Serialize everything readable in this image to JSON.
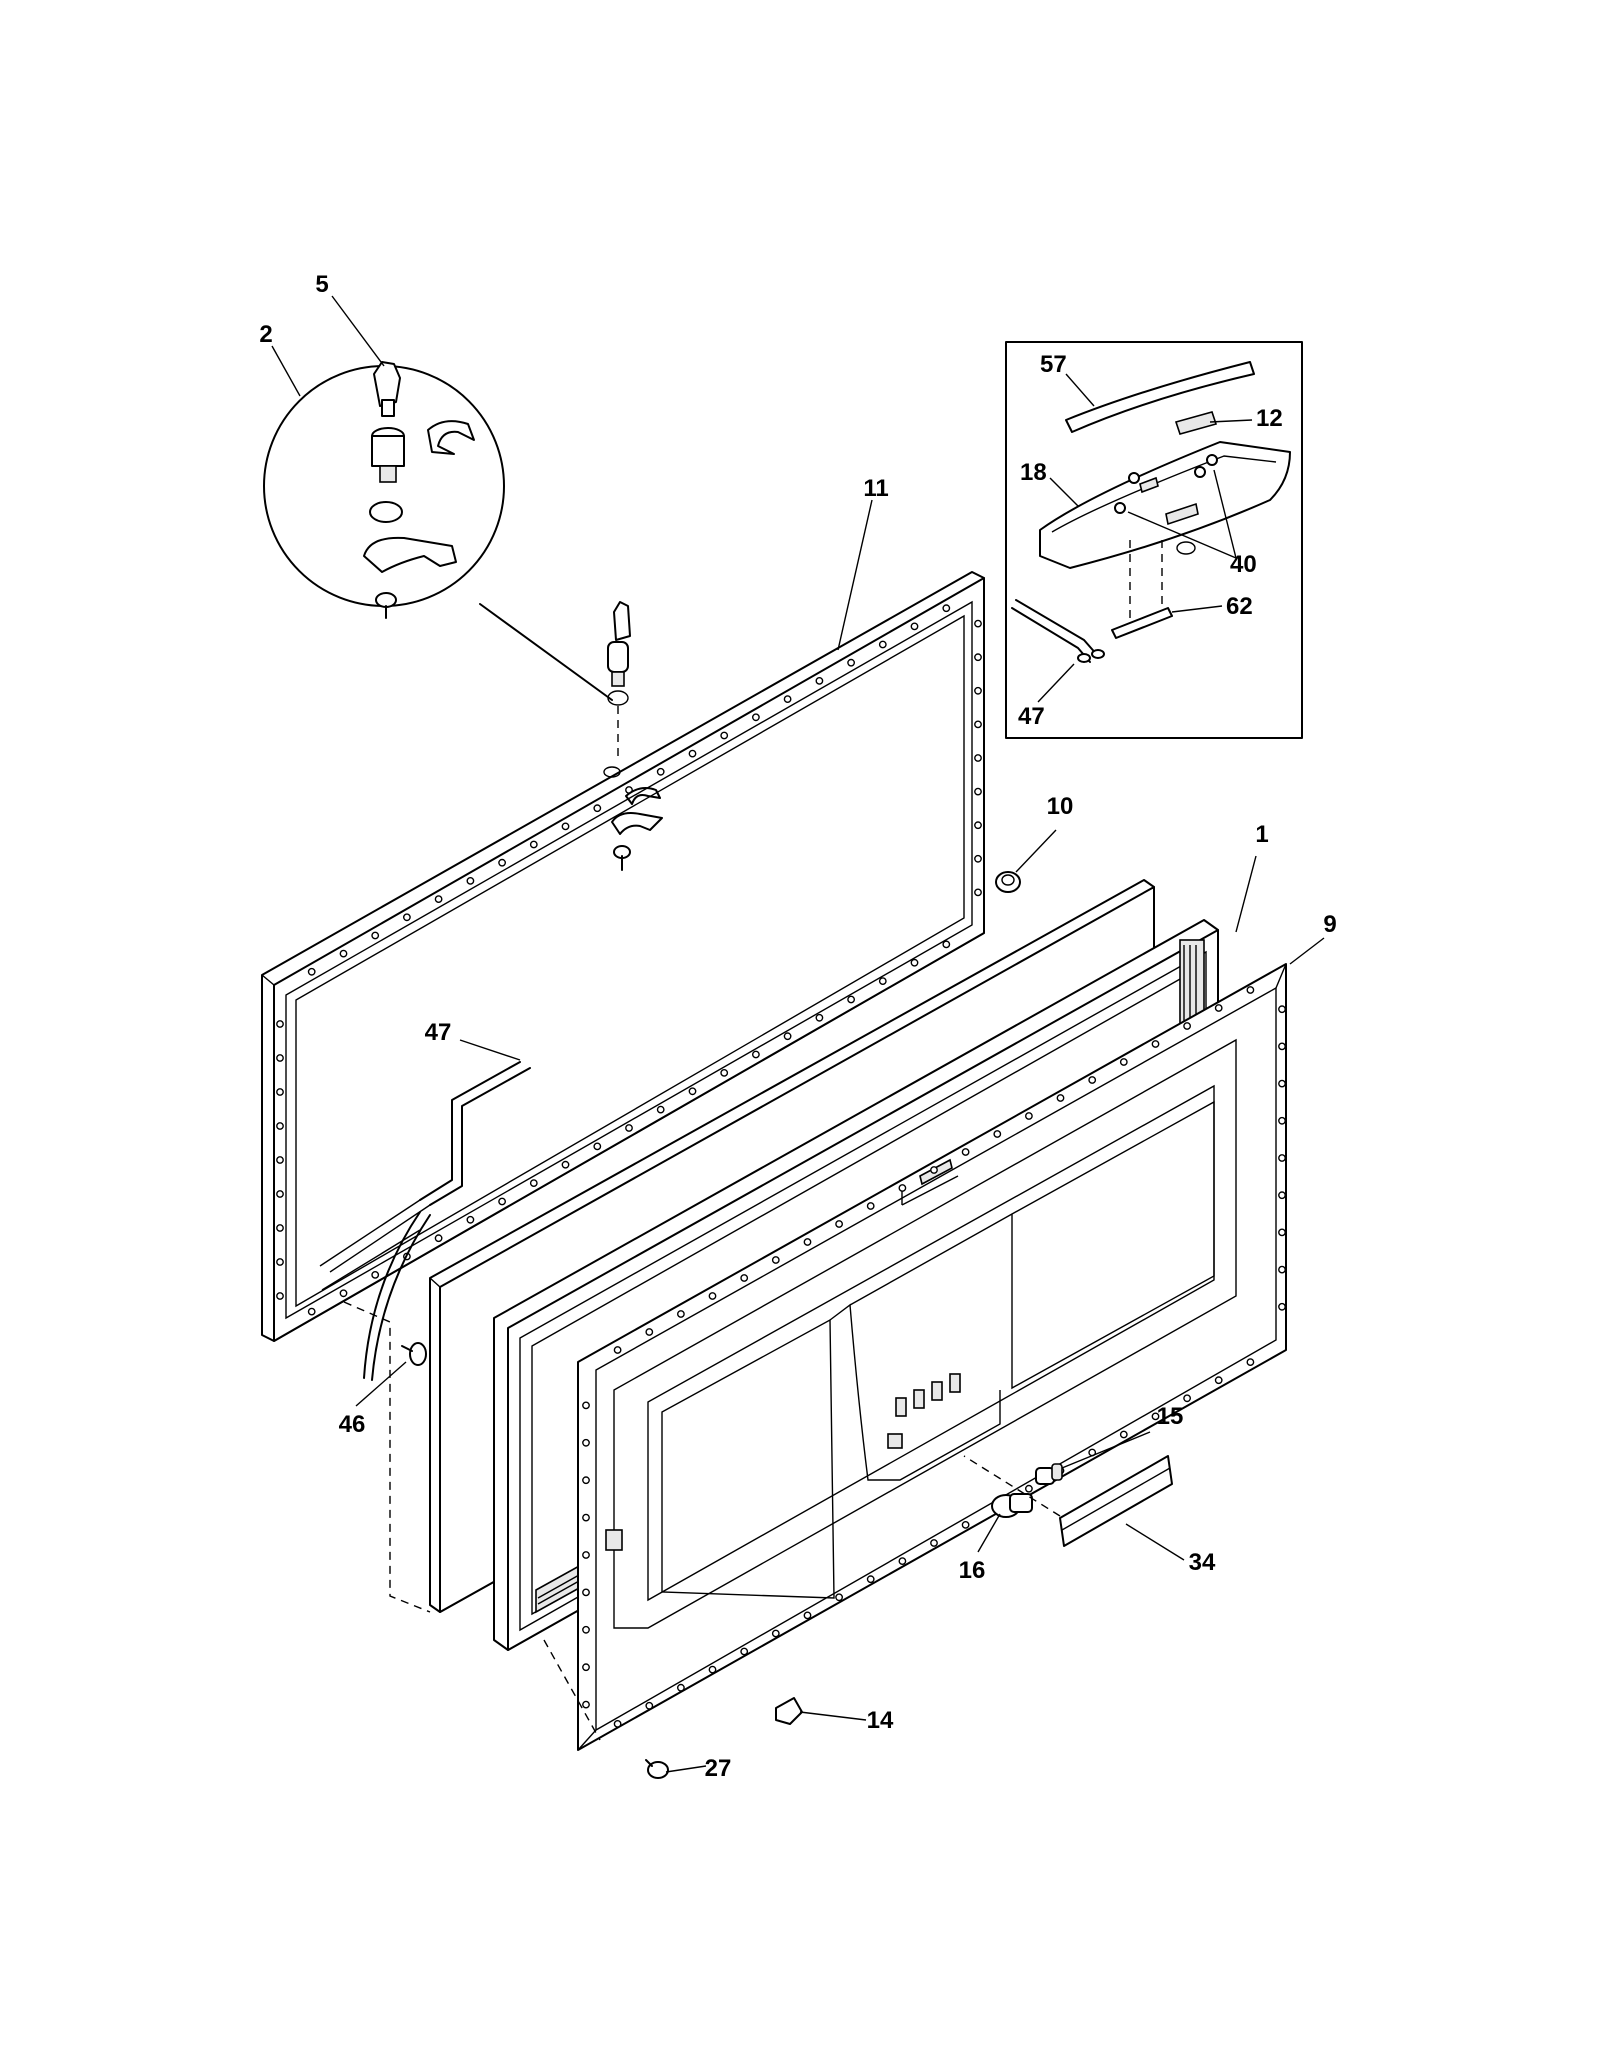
{
  "parts": [
    {
      "id": "p1",
      "label": "1"
    },
    {
      "id": "p2",
      "label": "2"
    },
    {
      "id": "p5",
      "label": "5"
    },
    {
      "id": "p9",
      "label": "9"
    },
    {
      "id": "p10",
      "label": "10"
    },
    {
      "id": "p11",
      "label": "11"
    },
    {
      "id": "p12",
      "label": "12"
    },
    {
      "id": "p14",
      "label": "14"
    },
    {
      "id": "p15",
      "label": "15"
    },
    {
      "id": "p16",
      "label": "16"
    },
    {
      "id": "p18",
      "label": "18"
    },
    {
      "id": "p27",
      "label": "27"
    },
    {
      "id": "p34",
      "label": "34"
    },
    {
      "id": "p40",
      "label": "40"
    },
    {
      "id": "p46",
      "label": "46"
    },
    {
      "id": "p47a",
      "label": "47"
    },
    {
      "id": "p47b",
      "label": "47"
    },
    {
      "id": "p57",
      "label": "57"
    },
    {
      "id": "p62",
      "label": "62"
    }
  ]
}
